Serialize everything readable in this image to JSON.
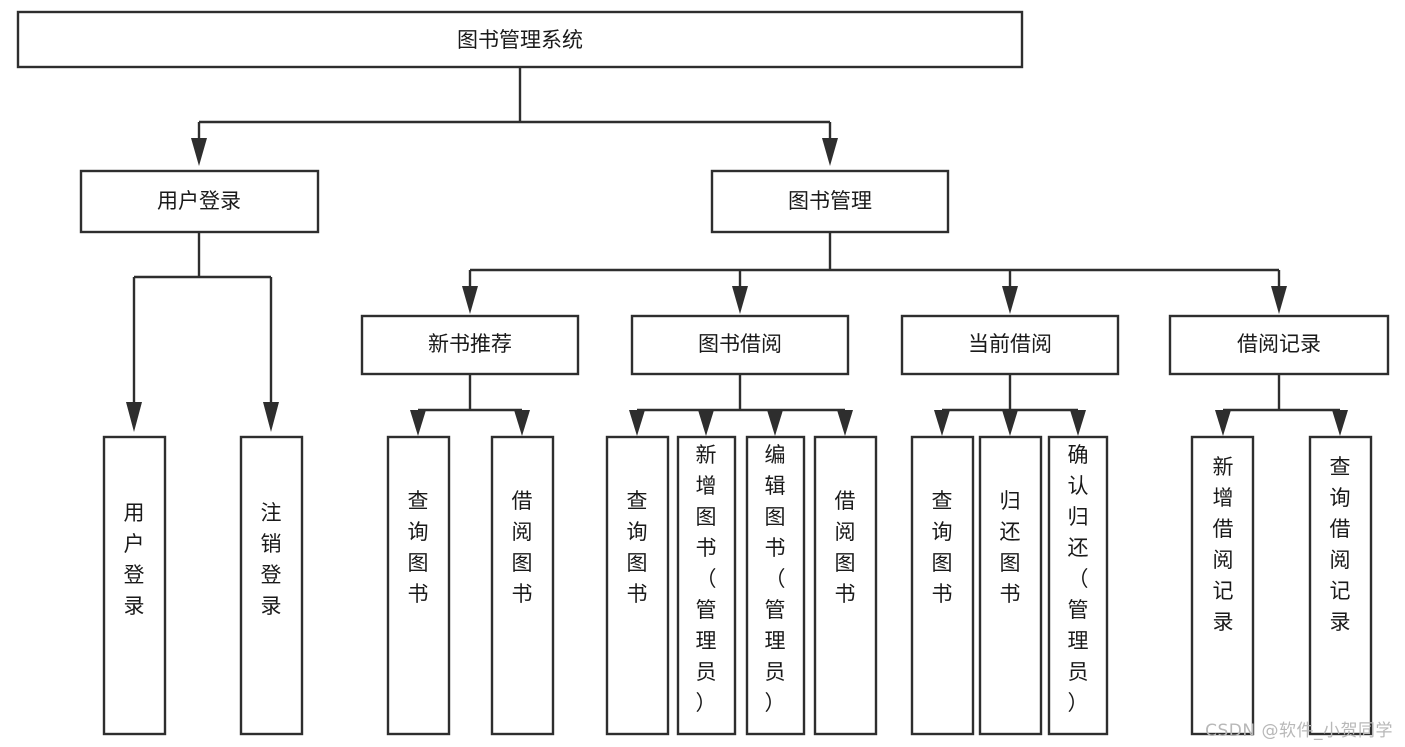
{
  "diagram": {
    "title": "图书管理系统",
    "watermark": "CSDN @软件_小贺同学",
    "colors": {
      "stroke": "#2e2e2e",
      "fill": "#ffffff",
      "text": "#1a1a1a",
      "watermark": "#b8b8b8",
      "background": "#ffffff"
    },
    "root": {
      "label": "图书管理系统"
    },
    "level2": [
      {
        "label": "用户登录"
      },
      {
        "label": "图书管理"
      }
    ],
    "level3": [
      {
        "label": "新书推荐"
      },
      {
        "label": "图书借阅"
      },
      {
        "label": "当前借阅"
      },
      {
        "label": "借阅记录"
      }
    ],
    "leaves": {
      "user_login": [
        {
          "label": "用户登录"
        },
        {
          "label": "注销登录"
        }
      ],
      "new_book_recommend": [
        {
          "label": "查询图书"
        },
        {
          "label": "借阅图书"
        }
      ],
      "book_borrow": [
        {
          "label": "查询图书"
        },
        {
          "label": "新增图书（管理员）"
        },
        {
          "label": "编辑图书（管理员）"
        },
        {
          "label": "借阅图书"
        }
      ],
      "current_borrow": [
        {
          "label": "查询图书"
        },
        {
          "label": "归还图书"
        },
        {
          "label": "确认归还（管理员）"
        }
      ],
      "borrow_record": [
        {
          "label": "新增借阅记录"
        },
        {
          "label": "查询借阅记录"
        }
      ]
    }
  }
}
